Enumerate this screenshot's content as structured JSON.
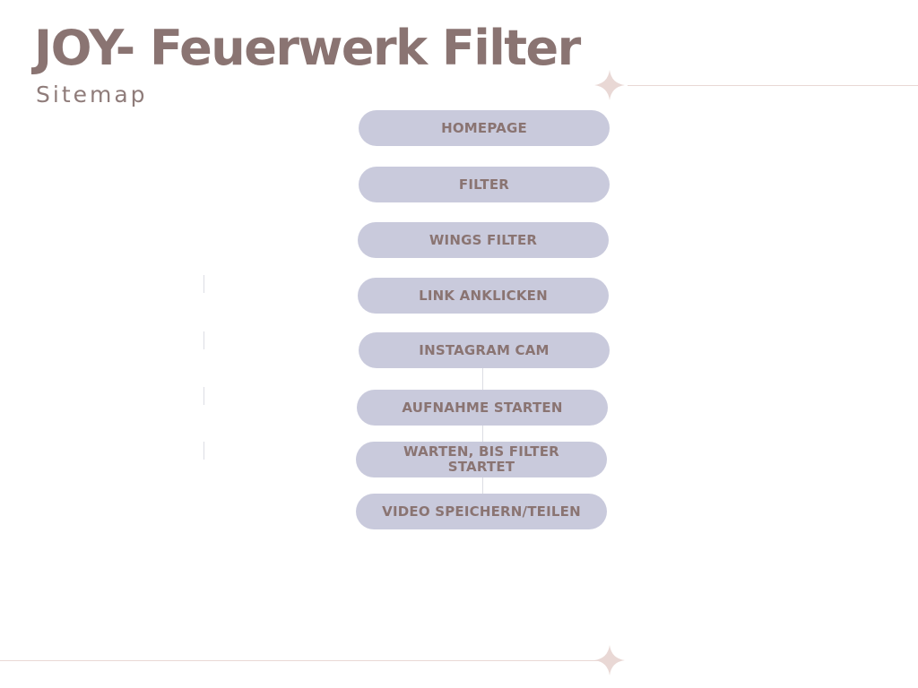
{
  "header": {
    "title": "JOY- Feuerwerk Filter",
    "subtitle": "Sitemap"
  },
  "colors": {
    "title": "#8a7472",
    "subtitle": "#8f7c7a",
    "node_fill": "#c9cadc",
    "node_text": "#8a7472",
    "decor": "#e9d8d5",
    "connector": "#dcdde4"
  },
  "icons": {
    "sparkle": "four-point-star-icon"
  },
  "sitemap": {
    "nodes": [
      {
        "label": "HOMEPAGE"
      },
      {
        "label": "FILTER"
      },
      {
        "label": "WINGS FILTER"
      },
      {
        "label": "LINK ANKLICKEN"
      },
      {
        "label": "INSTAGRAM CAM"
      },
      {
        "label": "AUFNAHME STARTEN"
      },
      {
        "label": "WARTEN, BIS FILTER STARTET"
      },
      {
        "label": "VIDEO SPEICHERN/TEILEN"
      }
    ]
  }
}
